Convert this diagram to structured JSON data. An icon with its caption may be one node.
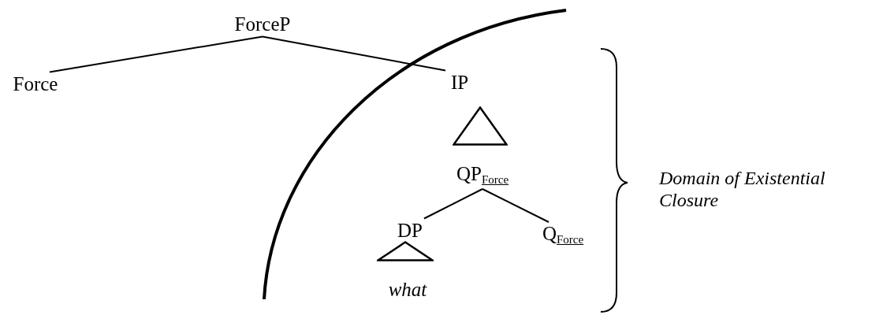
{
  "diagram": {
    "nodes": [
      {
        "text": [
          "ForceP"
        ]
      },
      {
        "text": [
          "Force"
        ]
      },
      {
        "text": [
          "IP"
        ]
      },
      {
        "text": [],
        "shape": "triangle"
      },
      {
        "text": [
          "QP$_{Force}$"
        ]
      },
      {
        "text": [
          "DP"
        ]
      },
      {
        "text": [
          "Q$_{Force}$"
        ]
      },
      {
        "text": [],
        "shape": "triangle"
      },
      {
        "text": [
          "what"
        ]
      }
    ],
    "edges": [
      {
        "from": 0,
        "to": 1,
        "arrow": "none"
      },
      {
        "from": 0,
        "to": 2,
        "arrow": "none"
      },
      {
        "from": 4,
        "to": 5,
        "arrow": "none"
      },
      {
        "from": 4,
        "to": 6,
        "arrow": "none"
      }
    ],
    "labels": [
      "Domain of Existential Closure"
    ]
  }
}
